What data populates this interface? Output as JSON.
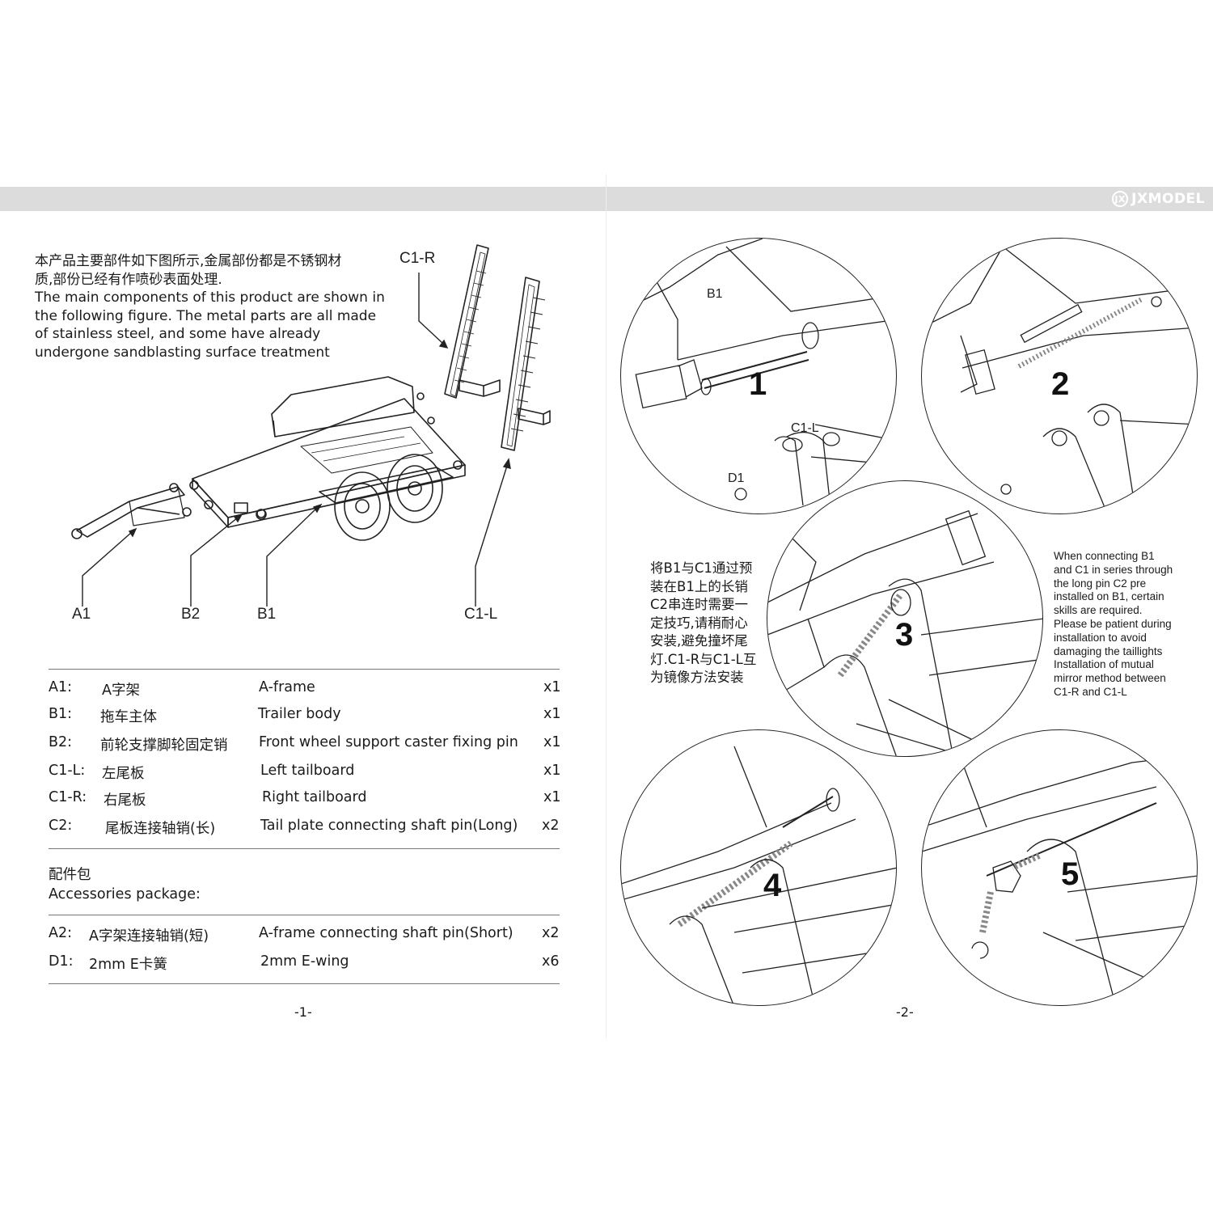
{
  "header": {
    "brand": "JXMODEL",
    "brand_mark": "JX"
  },
  "intro": {
    "cn_line1": "本产品主要部件如下图所示,金属部份都是不锈钢材",
    "cn_line2": "质,部份已经有作喷砂表面处理.",
    "en_line1": "The main components of this product are shown in",
    "en_line2": "the following figure. The metal parts are all made",
    "en_line3": "of stainless steel, and some have already",
    "en_line4": "undergone sandblasting surface treatment"
  },
  "figure_labels": {
    "c1r": "C1-R",
    "a1": "A1",
    "b2": "B2",
    "b1": "B1",
    "c1l": "C1-L"
  },
  "parts": [
    {
      "code": "A1:",
      "cn": "A字架",
      "en": "A-frame",
      "qty": "x1"
    },
    {
      "code": "B1:",
      "cn": "拖车主体",
      "en": "Trailer body",
      "qty": "x1"
    },
    {
      "code": "B2:",
      "cn": "前轮支撑脚轮固定销",
      "en": "Front wheel support caster fixing pin",
      "qty": "x1"
    },
    {
      "code": "C1-L:",
      "cn": "左尾板",
      "en": "Left tailboard",
      "qty": "x1"
    },
    {
      "code": "C1-R:",
      "cn": "右尾板",
      "en": "Right tailboard",
      "qty": "x1"
    },
    {
      "code": "C2:",
      "cn": "尾板连接轴销(长)",
      "en": "Tail plate connecting shaft pin(Long)",
      "qty": "x2"
    }
  ],
  "accessories": {
    "title_cn": "配件包",
    "title_en": "Accessories package:",
    "items": [
      {
        "code": "A2:",
        "cn": "A字架连接轴销(短)",
        "en": "A-frame connecting shaft pin(Short)",
        "qty": "x2"
      },
      {
        "code": "D1:",
        "cn": "2mm E卡簧",
        "en": "2mm E-wing",
        "qty": "x6"
      }
    ]
  },
  "page_numbers": {
    "left": "-1-",
    "right": "-2-"
  },
  "steps": {
    "s1": "1",
    "s2": "2",
    "s3": "3",
    "s4": "4",
    "s5": "5",
    "label_b1": "B1",
    "label_c1l": "C1-L",
    "label_d1": "D1"
  },
  "note_cn": [
    "将B1与C1通过预",
    "装在B1上的长销",
    "C2串连时需要一",
    "定技巧,请稍耐心",
    "安装,避免撞坏尾",
    "灯.C1-R与C1-L互",
    "为镜像方法安装"
  ],
  "note_en": [
    "When connecting B1",
    "and C1 in series through",
    "the long pin C2 pre",
    "installed on B1, certain",
    "skills are required.",
    "Please be patient during",
    "installation to avoid",
    "damaging the taillights",
    "Installation of mutual",
    "mirror method between",
    "C1-R and C1-L"
  ]
}
